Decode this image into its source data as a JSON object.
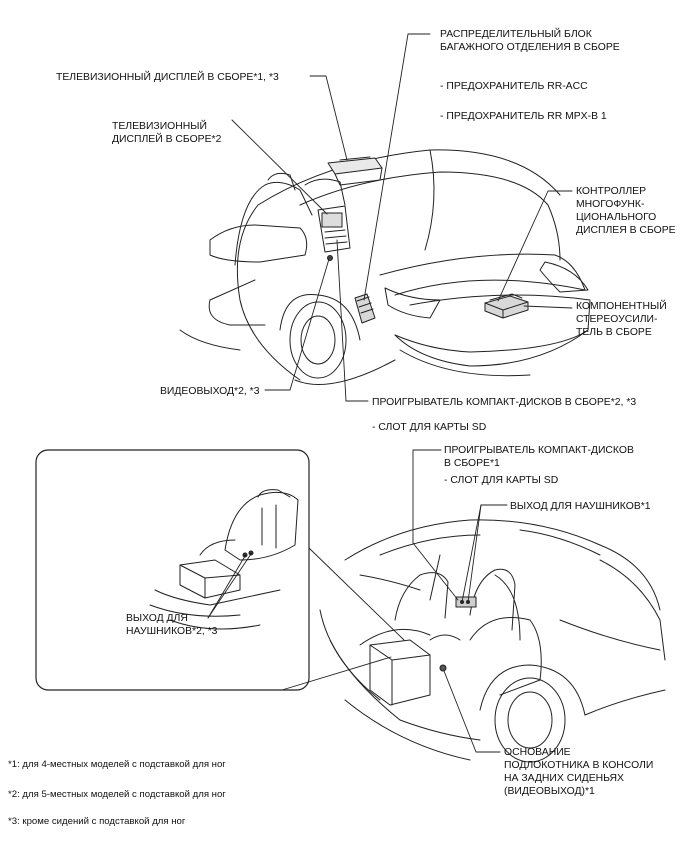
{
  "labels": {
    "rear_junction_block": "РАСПРЕДЕЛИТЕЛЬНЫЙ БЛОК\nБАГАЖНОГО ОТДЕЛЕНИЯ В СБОРЕ",
    "fuse_rr_acc": "- ПРЕДОХРАНИТЕЛЬ RR-ACC",
    "fuse_rr_mpx": "- ПРЕДОХРАНИТЕЛЬ RR MPX-B 1",
    "tv_display_1_3": "ТЕЛЕВИЗИОННЫЙ ДИСПЛЕЙ В СБОРЕ*1, *3",
    "tv_display_2": "ТЕЛЕВИЗИОННЫЙ\nДИСПЛЕЙ В СБОРЕ*2",
    "multi_display_controller": "КОНТРОЛЛЕР\nМНОГОФУНК-\nЦИОНАЛЬНОГО\nДИСПЛЕЯ В СБОРЕ",
    "stereo_amplifier": "КОМПОНЕНТНЫЙ\nСТЕРЕОУСИЛИ-\nТЕЛЬ В СБОРЕ",
    "video_out_2_3": "ВИДЕОВЫХОД*2, *3",
    "cd_player_2_3": "ПРОИГРЫВАТЕЛЬ КОМПАКТ-ДИСКОВ В СБОРЕ*2, *3",
    "sd_slot_top": "- СЛОТ ДЛЯ КАРТЫ SD",
    "cd_player_1": "ПРОИГРЫВАТЕЛЬ КОМПАКТ-ДИСКОВ\nВ СБОРЕ*1",
    "sd_slot_bottom": "- СЛОТ ДЛЯ КАРТЫ SD",
    "headphone_out_1": "ВЫХОД ДЛЯ НАУШНИКОВ*1",
    "headphone_out_2_3": "ВЫХОД ДЛЯ\nНАУШНИКОВ*2, *3",
    "armrest_base": "ОСНОВАНИЕ\nПОДЛОКОТНИКА В КОНСОЛИ\nНА ЗАДНИХ СИДЕНЬЯХ\n(ВИДЕОВЫХОД)*1"
  },
  "footnotes": [
    "*1: для 4-местных моделей с подставкой для ног",
    "*2: для 5-местных моделей с подставкой для ног",
    "*3: кроме сидений с подставкой для ног"
  ]
}
